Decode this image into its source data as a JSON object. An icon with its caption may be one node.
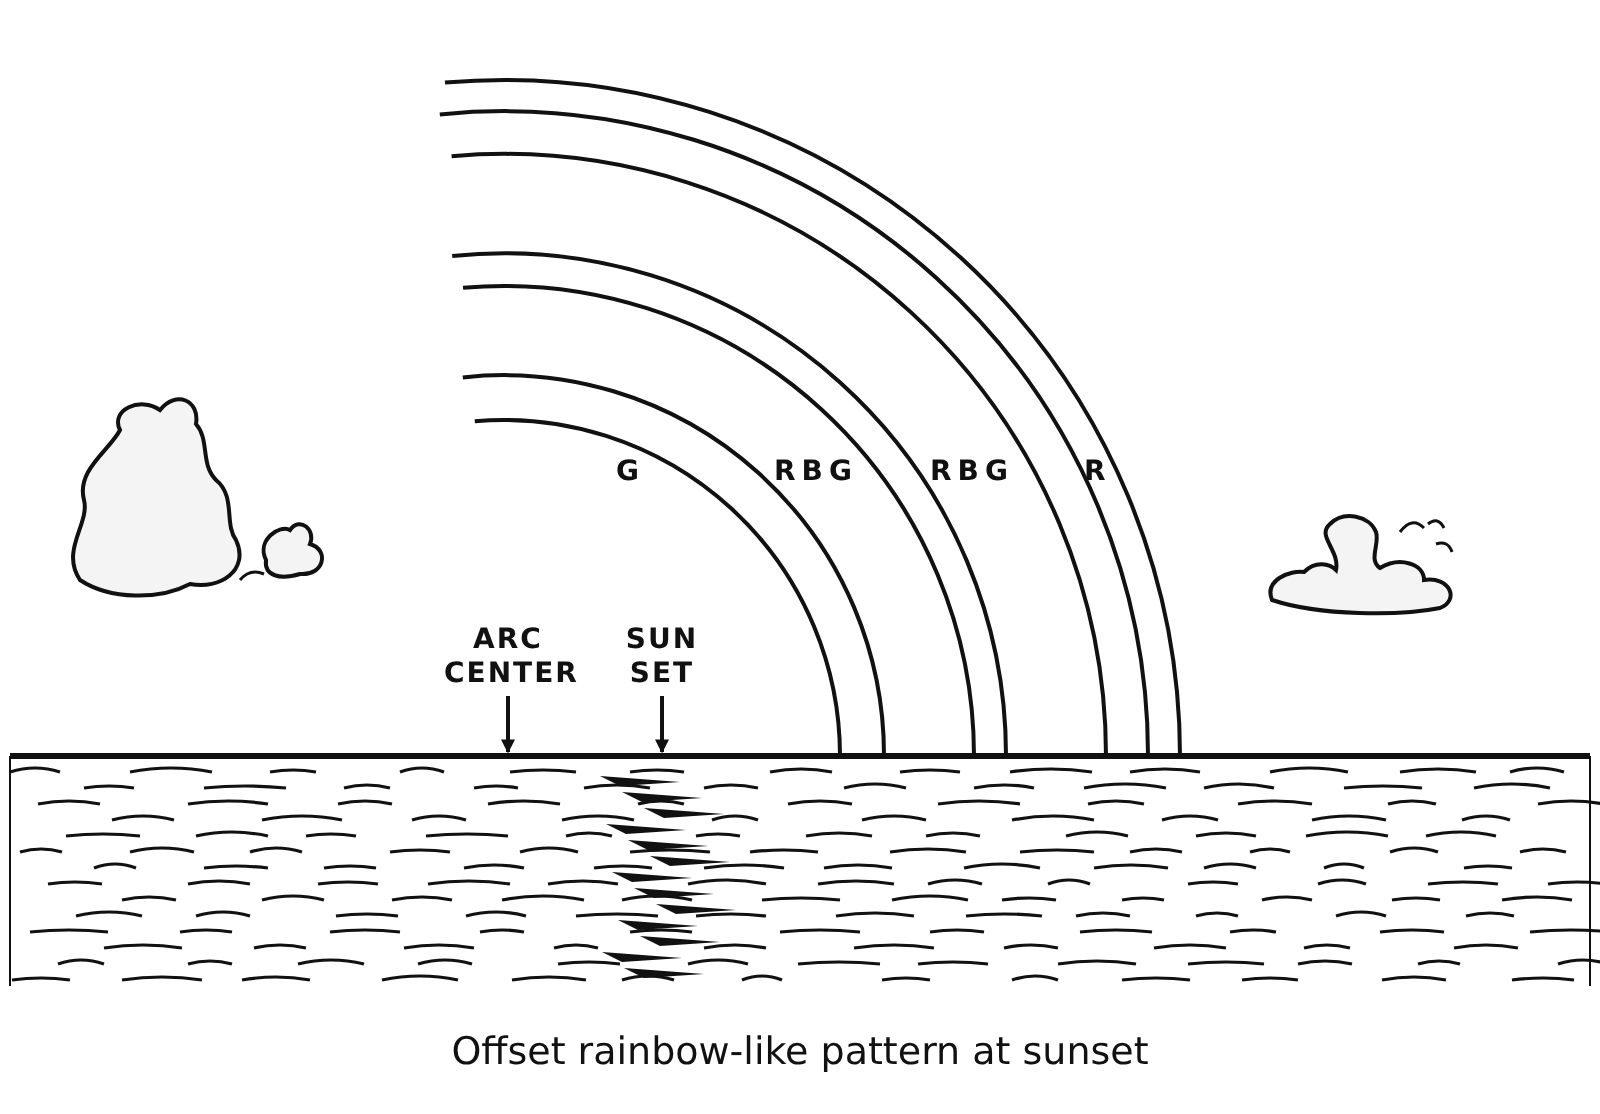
{
  "diagram": {
    "caption": "Offset rainbow-like pattern at sunset",
    "nodes": [
      {
        "text": [
          "ARC CENTER"
        ]
      },
      {
        "text": [
          "SUN SET"
        ]
      }
    ],
    "edges": [
      {
        "from": 0,
        "to": null,
        "arrow": "to"
      },
      {
        "from": 1,
        "to": null,
        "arrow": "to"
      }
    ],
    "labels": [
      "G",
      "RBG",
      "RBG",
      "R"
    ]
  }
}
